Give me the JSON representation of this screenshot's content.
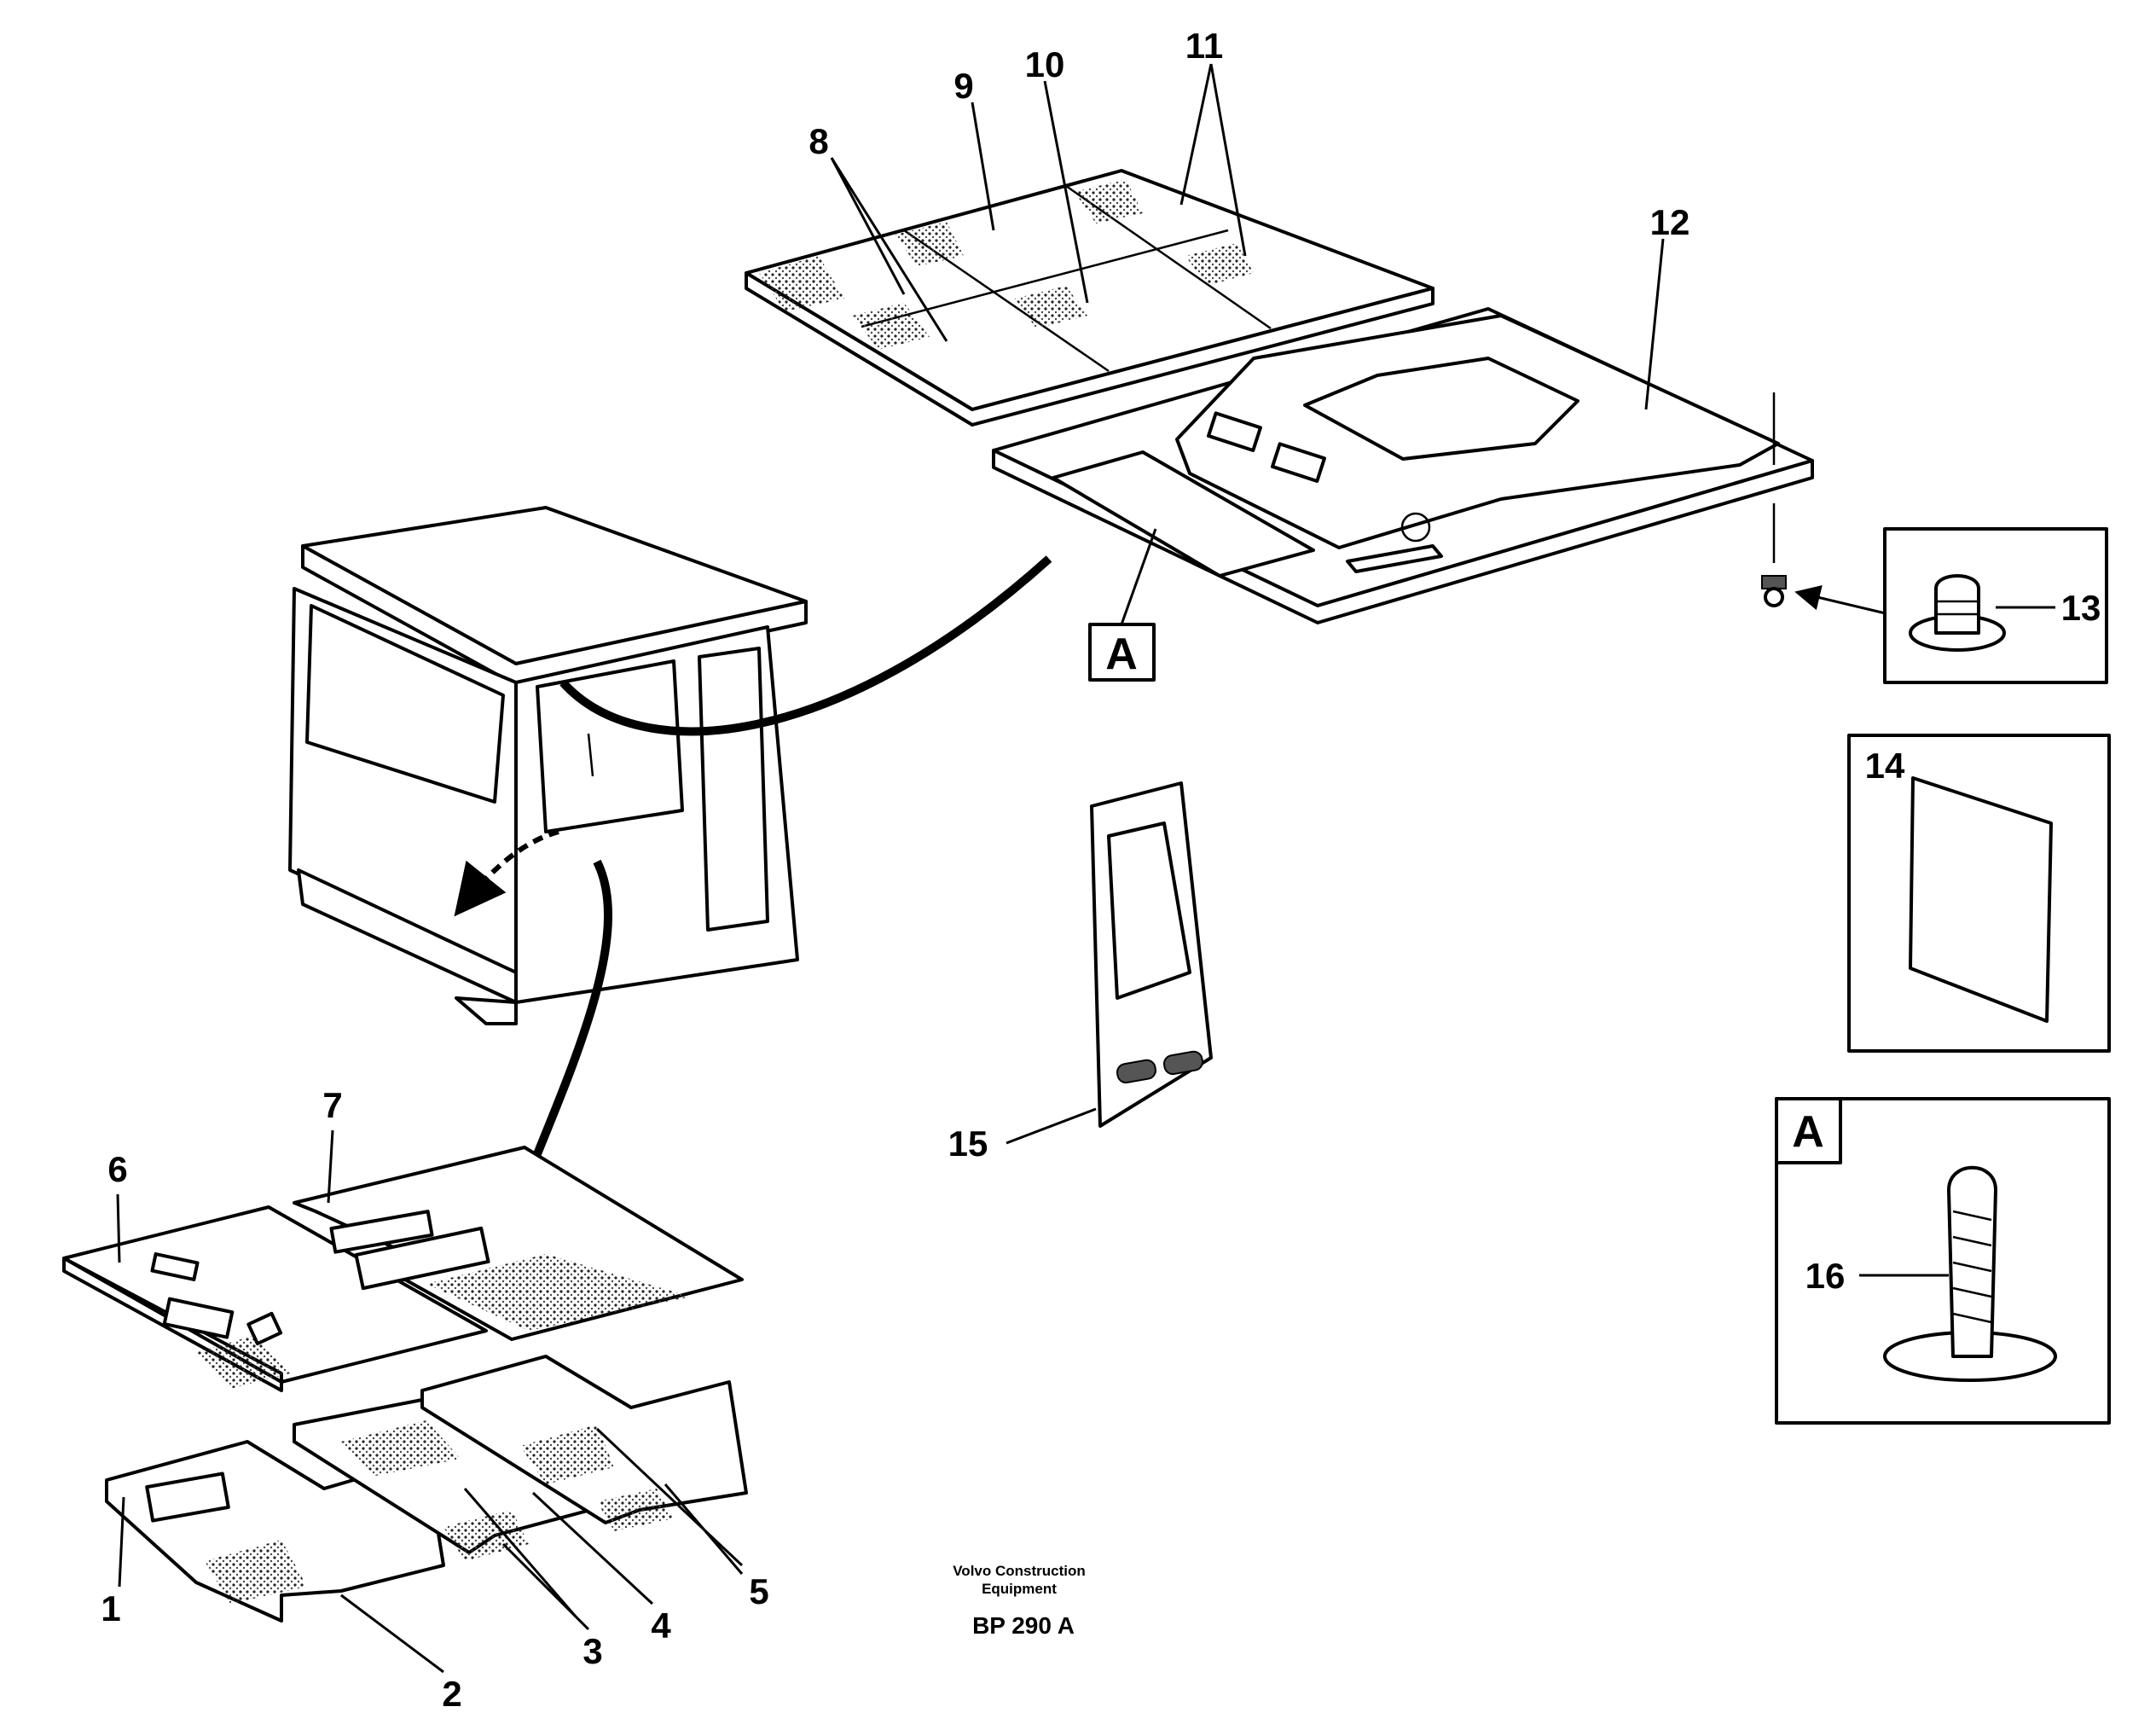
{
  "callouts": {
    "c1": "1",
    "c2": "2",
    "c3": "3",
    "c4": "4",
    "c5": "5",
    "c6": "6",
    "c7": "7",
    "c8": "8",
    "c9": "9",
    "c10": "10",
    "c11": "11",
    "c12": "12",
    "c13": "13",
    "c14": "14",
    "c15": "15",
    "c16": "16"
  },
  "detail_markers": {
    "a_on_roof": "A",
    "a_detail_box": "A"
  },
  "footer": {
    "publisher_line1": "Volvo Construction",
    "publisher_line2": "Equipment",
    "figure_code": "BP 290 A"
  }
}
